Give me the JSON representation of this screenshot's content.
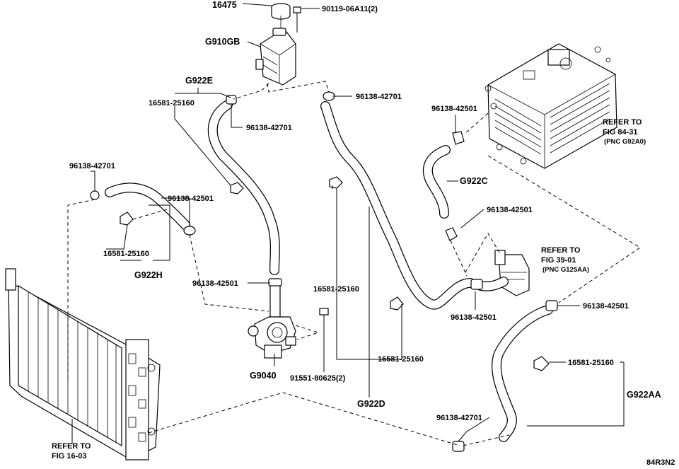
{
  "drawing_id": "84R3N2",
  "labels": {
    "cap": "16475",
    "bolt_tank": "90119-06A11(2)",
    "tank": "G910GB",
    "hose_e": "G922E",
    "hose_e_clamp_left": "16581-25160",
    "hose_e_clamp_right": "96138-42701",
    "upper_center_clamp": "96138-42701",
    "inverter_clamp": "96138-42501",
    "hose_c": "G922C",
    "left_top_clamp": "96138-42701",
    "hose_h_clamp_upper": "96138-42501",
    "hose_h_clamp_lower": "16581-25160",
    "hose_h": "G922H",
    "right_mid_clamp": "96138-42501",
    "pump_clamp": "96138-42501",
    "center_clamp_a": "16581-25160",
    "center_clamp_b": "16581-25160",
    "pump_fitting_clamp": "96138-42501",
    "valve_right_clamp": "96138-42501",
    "aa_clamp_mid": "16581-25160",
    "aa_clamp_bottom": "96138-42701",
    "hose_aa": "G922AA",
    "pump": "G9040",
    "bolt_pump": "91551-80625(2)",
    "hose_d": "G922D"
  },
  "references": {
    "inverter": {
      "line1": "REFER TO",
      "line2": "FIG 84-31",
      "line3": "(PNC G92A0)"
    },
    "valve": {
      "line1": "REFER TO",
      "line2": "FIG 39-01",
      "line3": "(PNC G125AA)"
    },
    "radiator": {
      "line1": "REFER TO",
      "line2": "FIG 16-03"
    }
  }
}
